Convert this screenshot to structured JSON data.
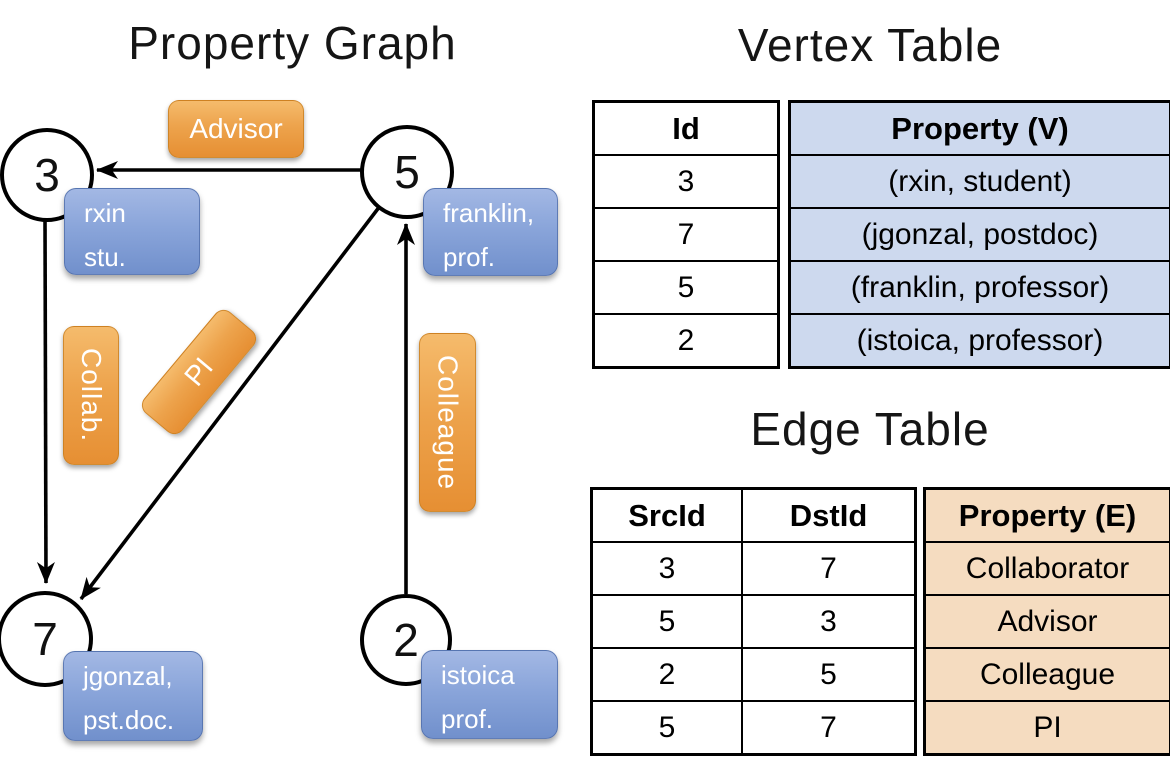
{
  "panel_titles": {
    "graph": "Property Graph",
    "vertex": "Vertex Table",
    "edge": "Edge Table"
  },
  "graph": {
    "nodes": [
      {
        "id": "3",
        "prop_lines": [
          "rxin",
          "stu."
        ]
      },
      {
        "id": "5",
        "prop_lines": [
          "franklin,",
          "prof."
        ]
      },
      {
        "id": "7",
        "prop_lines": [
          "jgonzal,",
          "pst.doc."
        ]
      },
      {
        "id": "2",
        "prop_lines": [
          "istoica",
          "prof."
        ]
      }
    ],
    "edge_labels": {
      "advisor": "Advisor",
      "collab": "Collab.",
      "pi": "PI",
      "colleague": "Colleague"
    }
  },
  "vertex_table": {
    "columns": {
      "id": "Id",
      "property": "Property (V)"
    },
    "rows": [
      {
        "id": "3",
        "property": "(rxin, student)"
      },
      {
        "id": "7",
        "property": "(jgonzal, postdoc)"
      },
      {
        "id": "5",
        "property": "(franklin, professor)"
      },
      {
        "id": "2",
        "property": "(istoica, professor)"
      }
    ]
  },
  "edge_table": {
    "columns": {
      "src": "SrcId",
      "dst": "DstId",
      "property": "Property (E)"
    },
    "rows": [
      {
        "src": "3",
        "dst": "7",
        "property": "Collaborator"
      },
      {
        "src": "5",
        "dst": "3",
        "property": "Advisor"
      },
      {
        "src": "2",
        "dst": "5",
        "property": "Colleague"
      },
      {
        "src": "5",
        "dst": "7",
        "property": "PI"
      }
    ]
  },
  "colors": {
    "vertex_property_fill": "#cdd9ee",
    "edge_property_fill": "#f5dcc0",
    "edge_label_orange": "#eda34c",
    "vertex_label_blue": "#8aa5da",
    "line_black": "#000000"
  }
}
